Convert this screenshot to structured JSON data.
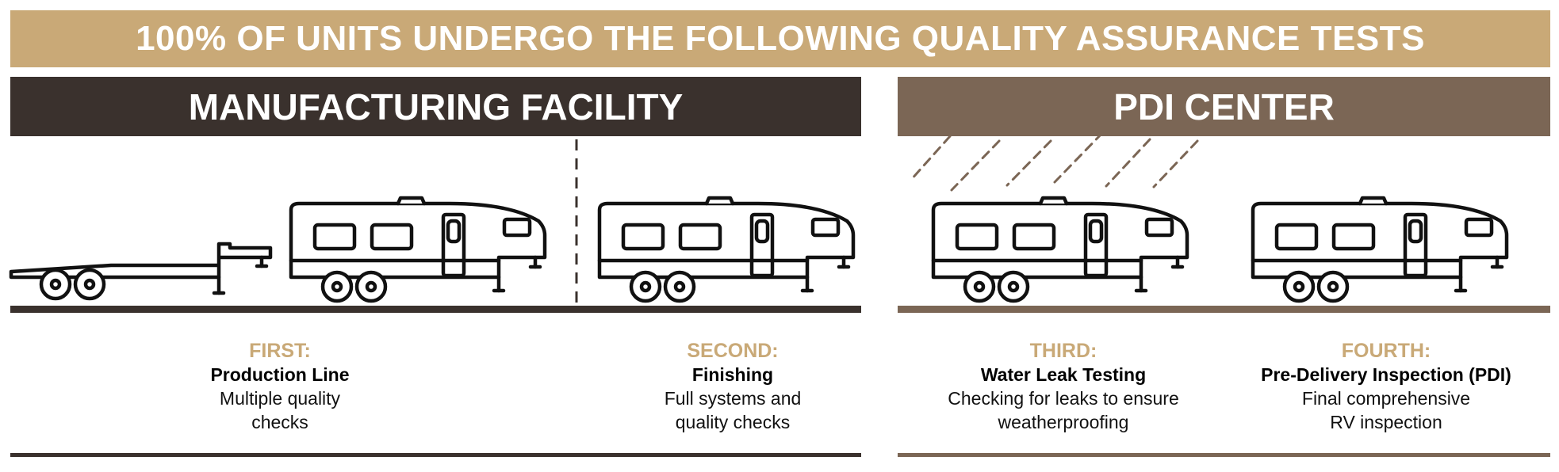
{
  "banner": {
    "title": "100% OF UNITS UNDERGO THE FOLLOWING QUALITY ASSURANCE TESTS"
  },
  "sections": {
    "manufacturing": {
      "title": "MANUFACTURING FACILITY"
    },
    "pdi": {
      "title": "PDI CENTER"
    }
  },
  "steps": [
    {
      "label": "FIRST:",
      "title": "Production Line",
      "desc_line1": "Multiple quality",
      "desc_line2": "checks"
    },
    {
      "label": "SECOND:",
      "title": "Finishing",
      "desc_line1": "Full systems and",
      "desc_line2": "quality checks"
    },
    {
      "label": "THIRD:",
      "title": "Water Leak Testing",
      "desc_line1": "Checking for leaks to ensure",
      "desc_line2": "weatherproofing"
    },
    {
      "label": "FOURTH:",
      "title": "Pre-Delivery Inspection (PDI)",
      "desc_line1": "Final comprehensive",
      "desc_line2": "RV inspection"
    }
  ],
  "icons": [
    "trailer-chassis-icon",
    "fifth-wheel-rv-icon",
    "rain-icon"
  ],
  "colors": {
    "banner": "#c9a977",
    "manufacturing": "#3a312d",
    "pdi": "#7b6655",
    "step_label": "#c9a977"
  }
}
